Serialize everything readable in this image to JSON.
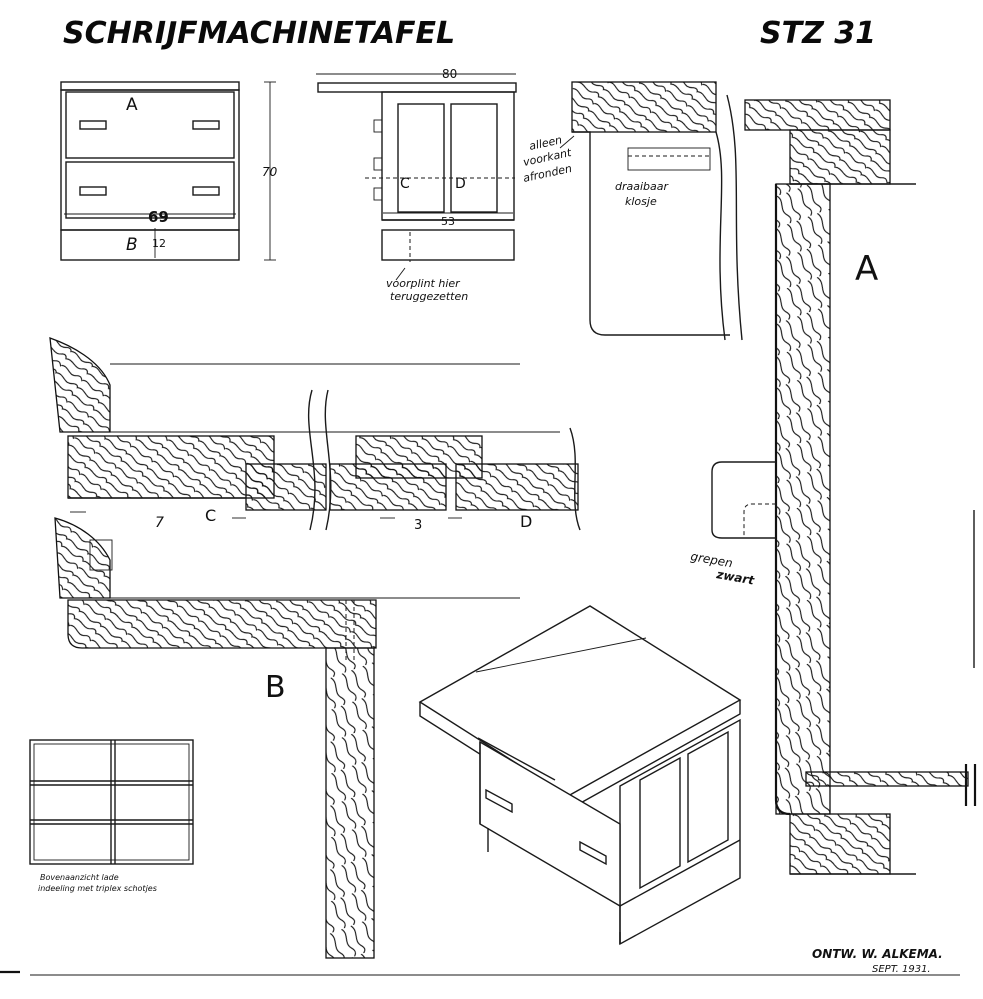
{
  "title": "SCHRIJFMACHINETAFEL",
  "sheet_code": "STZ 31",
  "front_view": {
    "label_top_drawer": "A",
    "label_plinth": "B",
    "width_dim": "69",
    "height_dim": "70",
    "plinth_dim": "12"
  },
  "side_view": {
    "overall_dim": "80",
    "inner_dim": "53",
    "label_c": "C",
    "label_d": "D",
    "note_plinth": [
      "voorplint hier",
      "teruggezetten"
    ]
  },
  "detail_a": {
    "label": "A",
    "note_rounded": [
      "alleen",
      "voorkant",
      "afronden"
    ],
    "note_block": [
      "draaibaar",
      "klosje"
    ],
    "note_handle": [
      "grepen",
      "zwart"
    ]
  },
  "section_cd": {
    "dim_c": "7",
    "label_c": "C",
    "dim_d": "3",
    "label_d": "D"
  },
  "detail_b": {
    "label": "B"
  },
  "drawer_plan": {
    "caption": [
      "Bovenaanzicht lade",
      "indeeling met triplex schotjes"
    ]
  },
  "signature": {
    "name": "ONTW. W. ALKEMA.",
    "date": "SEPT. 1931."
  },
  "colors": {
    "ink": "#111111",
    "paper": "#ffffff"
  }
}
